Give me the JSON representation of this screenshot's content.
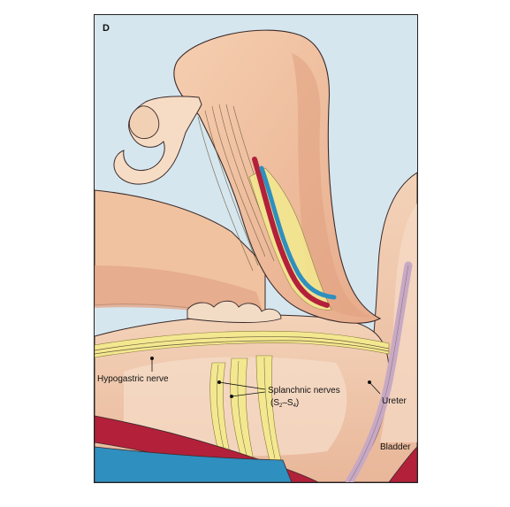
{
  "figure": {
    "panel_letter": "D",
    "labels": {
      "hypogastric_nerve": "Hypogastric nerve",
      "splanchnic_nerves": "Splanchnic nerves",
      "splanchnic_open": "(S",
      "splanchnic_sub_a": "2",
      "splanchnic_dash": "–S",
      "splanchnic_sub_b": "4",
      "splanchnic_close": ")",
      "ureter": "Ureter",
      "bladder": "Bladder"
    },
    "colors": {
      "background_peritoneum": "#d6e6ee",
      "uterus_skin": "#f0c6a4",
      "tissue_shadow": "#e3a889",
      "ovary_tube": "#f6dcc4",
      "nerve_yellow": "#f3e890",
      "artery_red": "#b3203a",
      "vein_blue": "#2f8fbf",
      "ureter_purple": "#c8a9c4",
      "outline": "#3a2a2a"
    }
  }
}
